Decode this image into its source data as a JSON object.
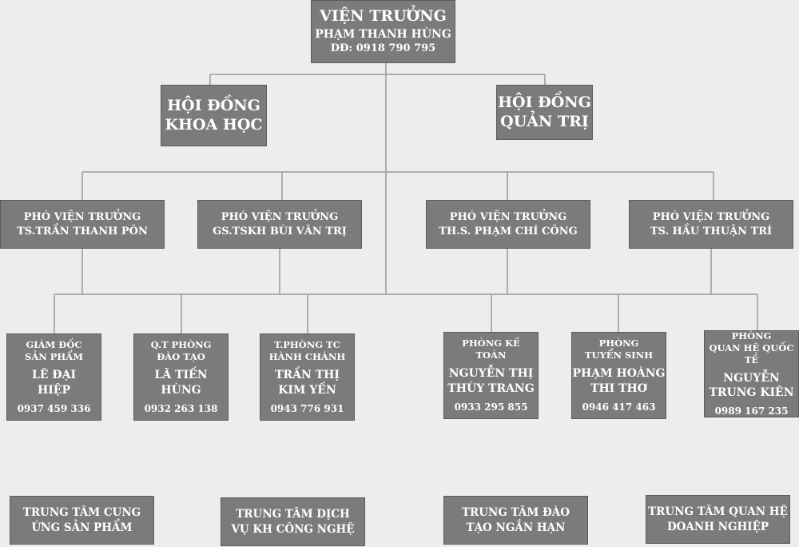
{
  "director": {
    "title": "VIỆN TRƯỞNG",
    "name": "PHẠM THANH HÙNG",
    "phone": "DĐ: 0918 790 795"
  },
  "councils": [
    {
      "line1": "HỘI ĐỒNG",
      "line2": "KHOA HỌC"
    },
    {
      "line1": "HỘI ĐỒNG",
      "line2": "QUẢN TRỊ"
    }
  ],
  "vice_directors": [
    {
      "title": "PHÓ VIỆN TRƯỞNG",
      "name": "TS.TRẦN THANH PÔN"
    },
    {
      "title": "PHÓ VIỆN TRƯỞNG",
      "name": "GS.TSKH BÙI VĂN TRỊ"
    },
    {
      "title": "PHÓ VIỆN TRƯỞNG",
      "name": "TH.S. PHẠM CHÍ CÔNG"
    },
    {
      "title": "PHÓ VIỆN TRƯỞNG",
      "name": "TS. HẦU THUẬN TRÍ"
    }
  ],
  "departments": [
    {
      "role1": "GIÁM ĐỐC",
      "role2": "SẢN PHẨM",
      "name1": "LÊ ĐẠI",
      "name2": "HIỆP",
      "phone": "0937 459 336"
    },
    {
      "role1": "Q.T PHÒNG",
      "role2": "ĐÀO TẠO",
      "name1": "LÃ TIẾN",
      "name2": "HÙNG",
      "phone": "0932 263 138"
    },
    {
      "role1": "T.PHÒNG TC",
      "role2": "HÀNH CHÁNH",
      "name1": "TRẦN THỊ",
      "name2": "KIM YẾN",
      "phone": "0943 776 931"
    },
    {
      "role1": "PHÒNG KẾ",
      "role2": "TOÁN",
      "name1": "NGUYỄN THỊ",
      "name2": "THÙY TRANG",
      "phone": "0933 295 855"
    },
    {
      "role1": "PHÒNG",
      "role2": "TUYỂN SINH",
      "name1": "PHẠM HOÀNG",
      "name2": "THI THƠ",
      "phone": "0946 417 463"
    },
    {
      "role1": "PHÒNG",
      "role2": "QUAN HỆ QUỐC TẾ",
      "name1": "NGUYỄN",
      "name2": "TRUNG KIÊN",
      "phone": "0989 167 235"
    }
  ],
  "centers": [
    {
      "line1": "TRUNG TÂM CUNG",
      "line2": "ỨNG SẢN PHẨM"
    },
    {
      "line1": "TRUNG TÂM DỊCH",
      "line2": "VỤ KH CÔNG NGHỆ"
    },
    {
      "line1": "TRUNG TÂM ĐÀO",
      "line2": "TẠO NGẮN HẠN"
    },
    {
      "line1": "TRUNG TÂM QUAN HỆ",
      "line2": "DOANH NGHIỆP"
    }
  ],
  "colors": {
    "box_fill": "#7b7b7b",
    "line": "#999999",
    "background": "#ededed",
    "text": "#ffffff"
  }
}
